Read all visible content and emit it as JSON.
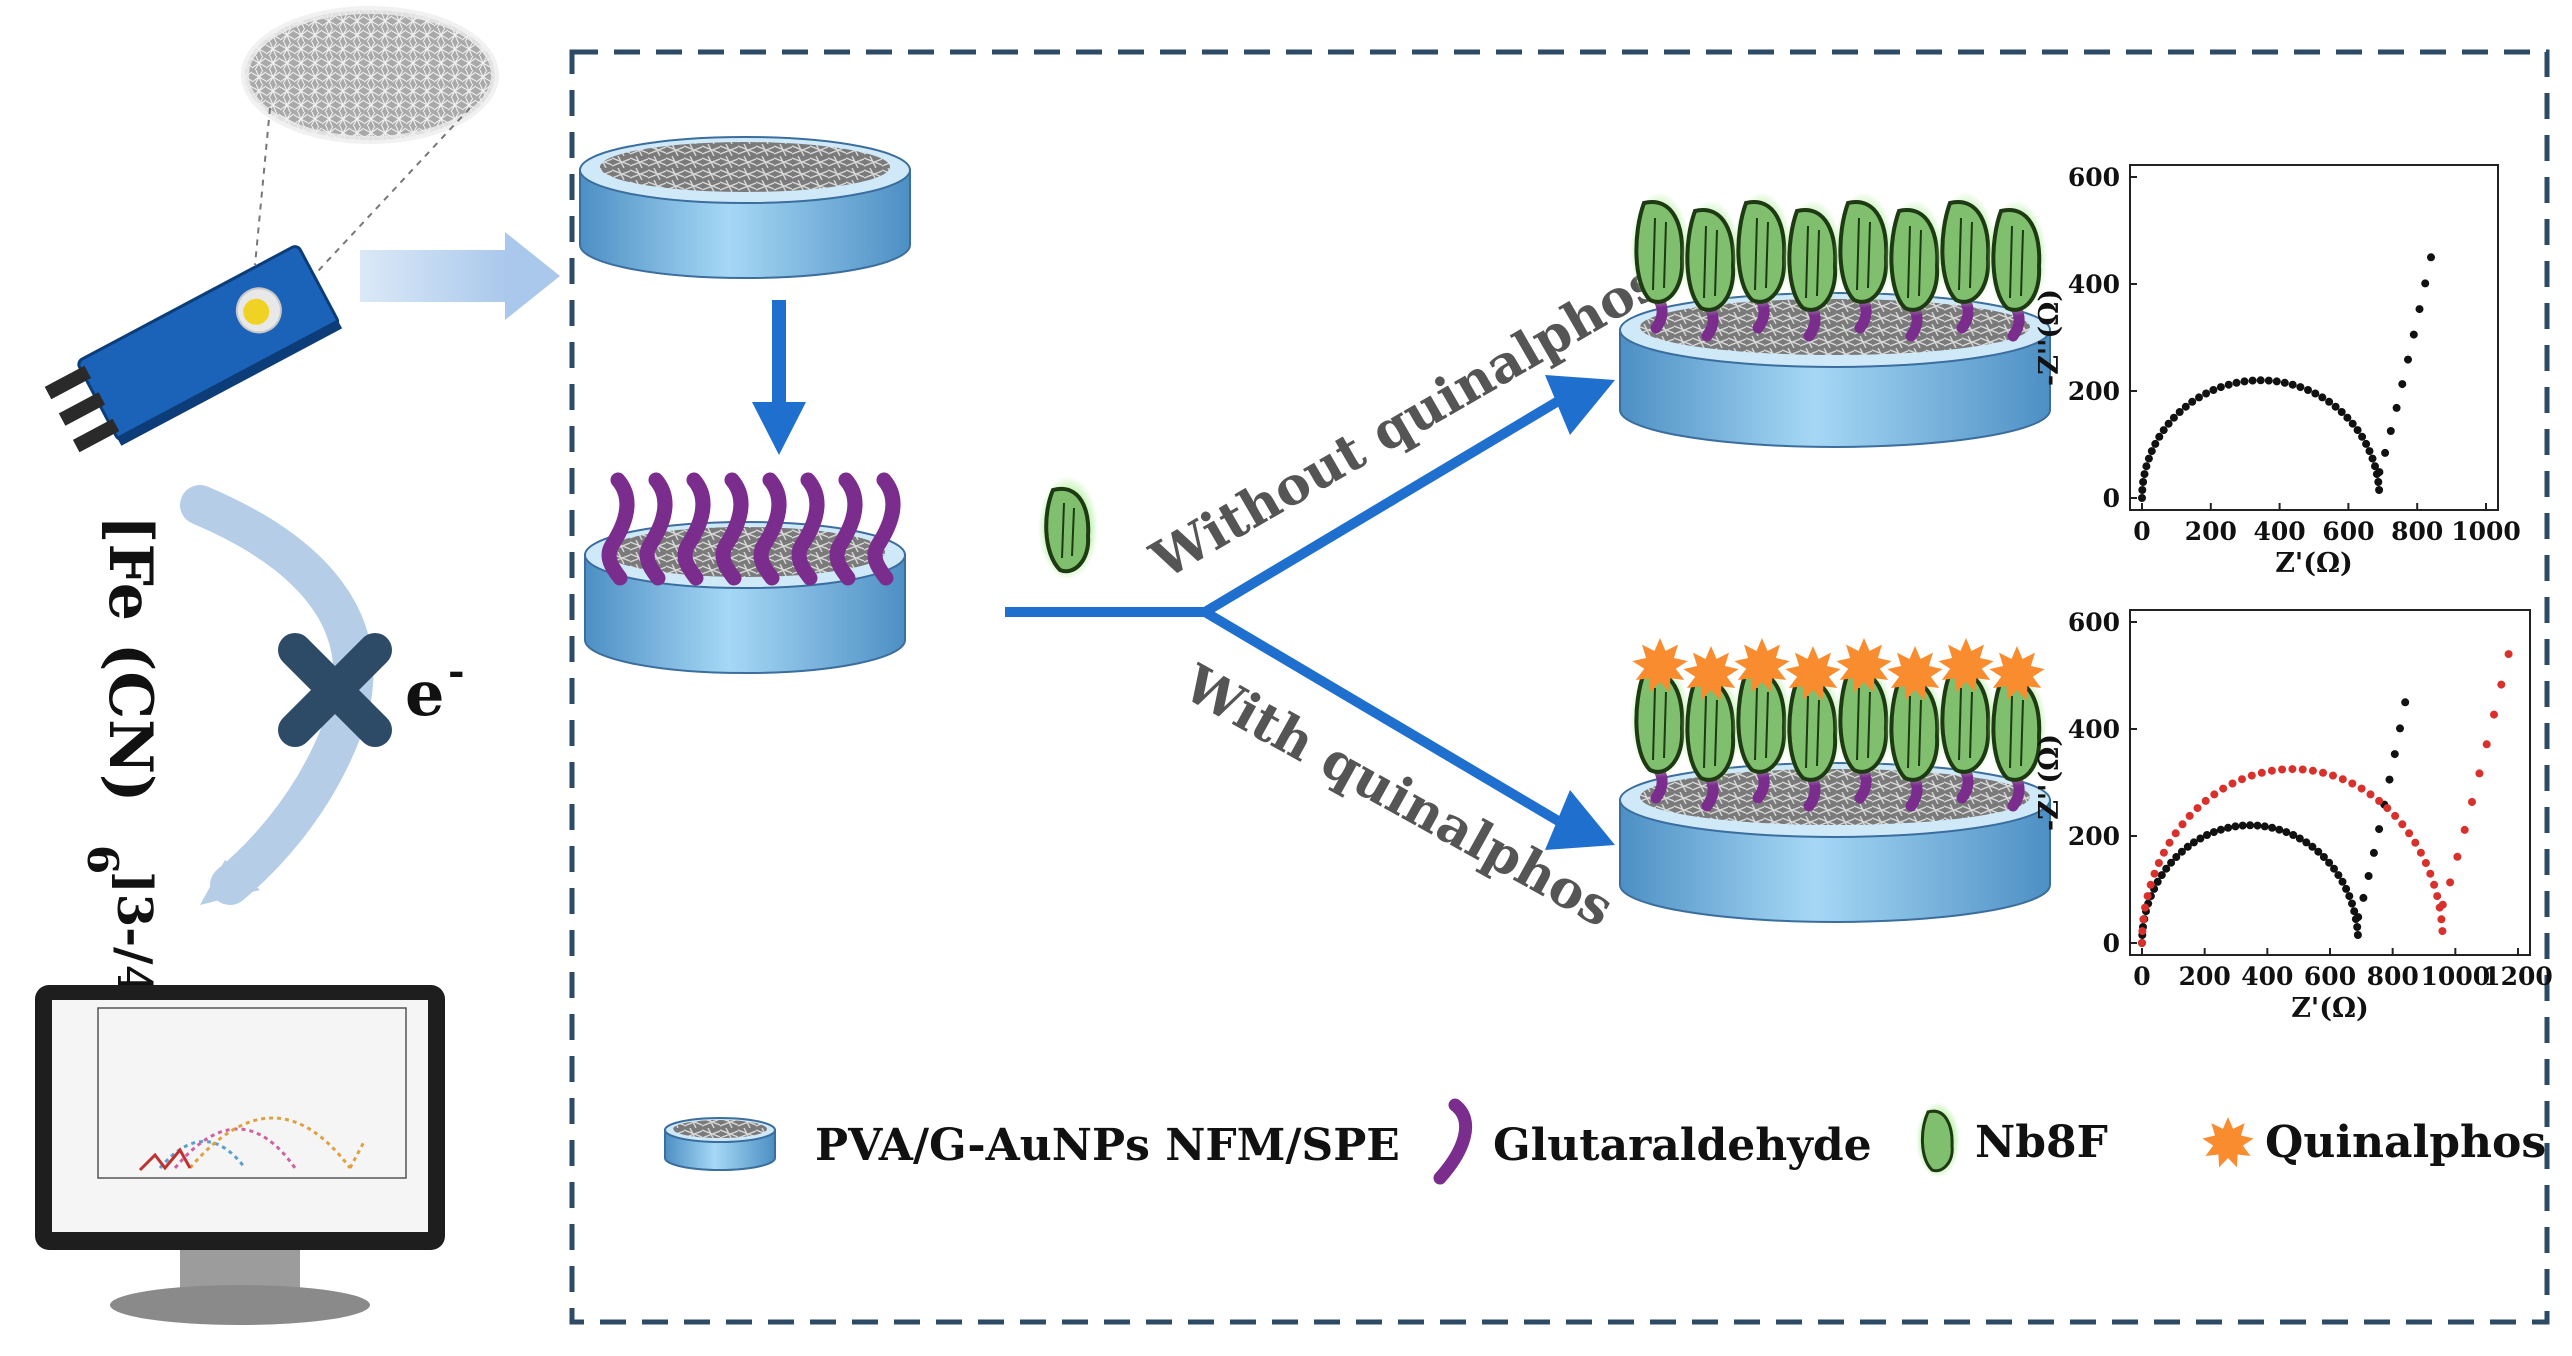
{
  "colors": {
    "frame": "#2d4a66",
    "arrow": "#1f6fcf",
    "disk_side": "#7fc0ea",
    "disk_side_dark": "#4d8fc4",
    "glutaraldehyde": "#7b2d8e",
    "nanobody": "#7fbf6e",
    "quinalphos": "#f98c2e",
    "impedance_black": "#111111",
    "impedance_red": "#d9302c",
    "cross": "#2d4a66"
  },
  "icons": {
    "electrode": "screen-printed-electrode-icon",
    "monitor": "computer-monitor-icon",
    "cross": "block-cross-icon"
  },
  "labels": {
    "redox_probe_main": "[Fe",
    "redox_probe_cn": "(CN)",
    "redox_probe_sub": "6",
    "redox_probe_charge": "]3-/4-",
    "electron": "e",
    "electron_sup": "-",
    "without": "Without quinalphos",
    "with": "With quinalphos"
  },
  "legend": [
    {
      "label": "PVA/G-AuNPs NFM/SPE",
      "icon": "nfm-disk-icon"
    },
    {
      "label": "Glutaraldehyde",
      "icon": "glutaraldehyde-icon"
    },
    {
      "label": "Nb8F",
      "icon": "nanobody-icon"
    },
    {
      "label": "Quinalphos",
      "icon": "quinalphos-icon"
    }
  ],
  "chart_data": [
    {
      "type": "scatter",
      "title": "",
      "xlabel": "Z'(Ω)",
      "ylabel": "-Z''(Ω)",
      "xlim": [
        0,
        1000
      ],
      "ylim": [
        0,
        600
      ],
      "xticks": [
        0,
        200,
        400,
        600,
        800,
        1000
      ],
      "yticks": [
        0,
        200,
        400,
        600
      ],
      "series": [
        {
          "color": "#111111",
          "semicircle_end": 690,
          "peak": 220,
          "tail_end_x": 840,
          "tail_end_y": 450
        }
      ]
    },
    {
      "type": "scatter",
      "title": "",
      "xlabel": "Z'(Ω)",
      "ylabel": "-Z''(Ω)",
      "xlim": [
        0,
        1200
      ],
      "ylim": [
        0,
        600
      ],
      "xticks": [
        0,
        200,
        400,
        600,
        800,
        1000,
        1200
      ],
      "yticks": [
        0,
        200,
        400,
        600
      ],
      "series": [
        {
          "color": "#111111",
          "semicircle_end": 690,
          "peak": 220,
          "tail_end_x": 840,
          "tail_end_y": 450
        },
        {
          "color": "#d9302c",
          "semicircle_end": 960,
          "peak": 325,
          "tail_end_x": 1170,
          "tail_end_y": 540
        }
      ]
    }
  ]
}
